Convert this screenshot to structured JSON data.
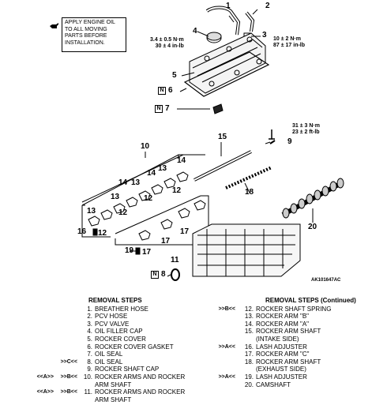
{
  "note": {
    "text": "APPLY ENGINE OIL TO ALL MOVING PARTS BEFORE INSTALLATION."
  },
  "torques": {
    "cap_bolt": [
      "3.4 ± 0.5 N·m",
      "30 ± 4 in-lb"
    ],
    "pcv_valve": [
      "10 ± 2 N·m",
      "87 ± 17 in-lb"
    ],
    "shaft_bolt": [
      "31 ± 3 N·m",
      "23 ± 2 ft-lb"
    ]
  },
  "callouts": {
    "c1": "1",
    "c2": "2",
    "c3": "3",
    "c4": "4",
    "c5": "5",
    "c6": "6",
    "c7": "7",
    "c8": "8",
    "c9": "9",
    "c10": "10",
    "c11": "11",
    "c15": "15",
    "c16": "16",
    "c17a": "17",
    "c17b": "17",
    "c17c": "17",
    "c18": "18",
    "c19": "19",
    "c20": "20",
    "c14a": "14",
    "c14b": "14",
    "c14c": "14",
    "c13a": "13",
    "c13b": "13",
    "c13c": "13",
    "c13d": "13",
    "c12a": "12",
    "c12b": "12",
    "c12c": "12",
    "c12d": "12",
    "n_badge": "N"
  },
  "figure_id": "AK101647AC",
  "removal_left": {
    "title": "REMOVAL STEPS",
    "items": [
      {
        "m1": "",
        "m2": "",
        "n": "1.",
        "t": "BREATHER HOSE"
      },
      {
        "m1": "",
        "m2": "",
        "n": "2.",
        "t": "PCV HOSE"
      },
      {
        "m1": "",
        "m2": "",
        "n": "3.",
        "t": "PCV VALVE"
      },
      {
        "m1": "",
        "m2": "",
        "n": "4.",
        "t": "OIL FILLER CAP"
      },
      {
        "m1": "",
        "m2": "",
        "n": "5.",
        "t": "ROCKER COVER"
      },
      {
        "m1": "",
        "m2": "",
        "n": "6.",
        "t": "ROCKER COVER GASKET"
      },
      {
        "m1": "",
        "m2": "",
        "n": "7.",
        "t": "OIL SEAL"
      },
      {
        "m1": "",
        "m2": ">>C<<",
        "n": "8.",
        "t": "OIL SEAL"
      },
      {
        "m1": "",
        "m2": "",
        "n": "9.",
        "t": "ROCKER SHAFT CAP"
      },
      {
        "m1": "<<A>>",
        "m2": ">>B<<",
        "n": "10.",
        "t": "ROCKER ARMS AND ROCKER"
      },
      {
        "m1": "",
        "m2": "",
        "n": "",
        "t": "ARM SHAFT"
      },
      {
        "m1": "<<A>>",
        "m2": ">>B<<",
        "n": "11.",
        "t": "ROCKER ARMS AND ROCKER"
      },
      {
        "m1": "",
        "m2": "",
        "n": "",
        "t": "ARM SHAFT"
      }
    ]
  },
  "removal_right": {
    "title": "REMOVAL STEPS (Continued)",
    "items": [
      {
        "m": ">>B<<",
        "n": "12.",
        "t": "ROCKER SHAFT SPRING"
      },
      {
        "m": "",
        "n": "13.",
        "t": "ROCKER ARM \"B\""
      },
      {
        "m": "",
        "n": "14.",
        "t": "ROCKER ARM \"A\""
      },
      {
        "m": "",
        "n": "15.",
        "t": "ROCKER ARM SHAFT"
      },
      {
        "m": "",
        "n": "",
        "t": "(INTAKE SIDE)"
      },
      {
        "m": ">>A<<",
        "n": "16.",
        "t": "LASH ADJUSTER"
      },
      {
        "m": "",
        "n": "17.",
        "t": "ROCKER ARM \"C\""
      },
      {
        "m": "",
        "n": "18.",
        "t": "ROCKER ARM SHAFT"
      },
      {
        "m": "",
        "n": "",
        "t": "(EXHAUST SIDE)"
      },
      {
        "m": ">>A<<",
        "n": "19.",
        "t": "LASH ADJUSTER"
      },
      {
        "m": "",
        "n": "20.",
        "t": "CAMSHAFT"
      }
    ]
  }
}
